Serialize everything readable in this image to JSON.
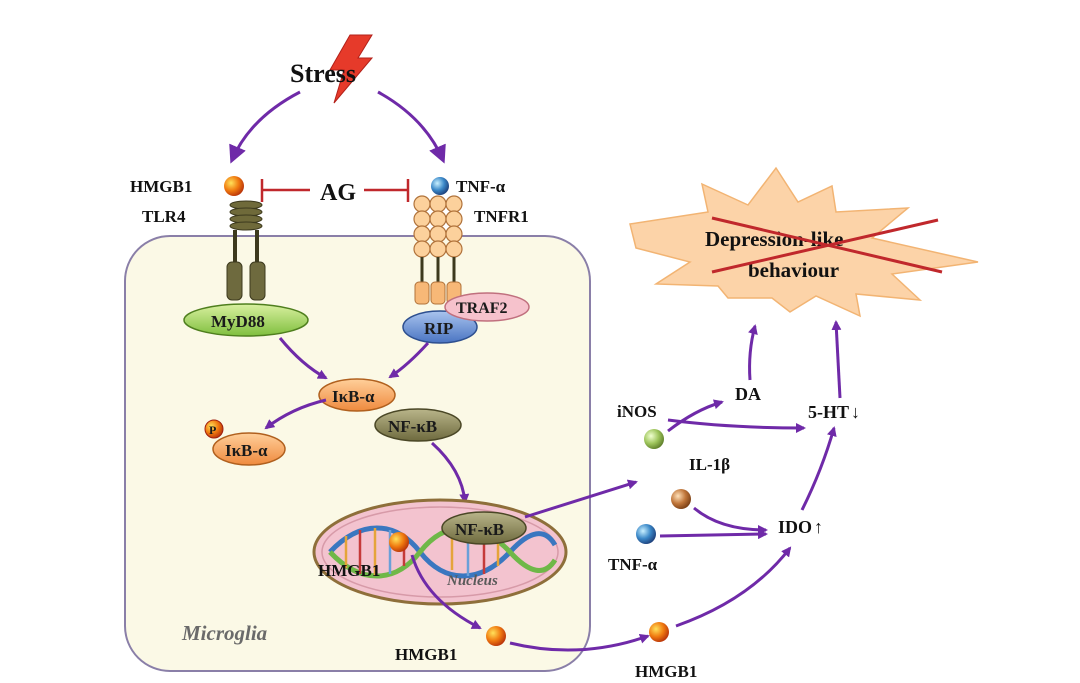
{
  "stimulus": "Stress",
  "inhibitor": "AG",
  "cell_label": "Microglia",
  "nucleus_label": "Nucleus",
  "receptors": {
    "left_ligand": "HMGB1",
    "left_receptor": "TLR4",
    "left_adaptor": "MyD88",
    "right_ligand": "TNF-α",
    "right_receptor": "TNFR1",
    "right_adaptor_1": "TRAF2",
    "right_adaptor_2": "RIP"
  },
  "pathway": {
    "ikb": "IκB-α",
    "ikb_phospho": "IκB-α",
    "phospho_mark": "P",
    "nfkb": "NF-κB",
    "nfkb_nucleus": "NF-κB",
    "hmgb1_nucleus": "HMGB1",
    "hmgb1_released": "HMGB1",
    "hmgb1_extracellular": "HMGB1"
  },
  "mediators": {
    "inos": "iNOS",
    "il1b": "IL-1β",
    "tnfa": "TNF-α",
    "ido": "IDO",
    "ido_arrow": "↑",
    "da": "DA",
    "ht": "5-HT",
    "ht_arrow": "↓"
  },
  "outcome": {
    "line1": "Depression-like",
    "line2": "behaviour"
  },
  "colors": {
    "arrow": "#6f2aa8",
    "inhibition": "#c0282c",
    "cell_fill": "#fbf9e6",
    "nucleus_fill": "#f3c3cf",
    "starburst": "#fcd3a8"
  }
}
